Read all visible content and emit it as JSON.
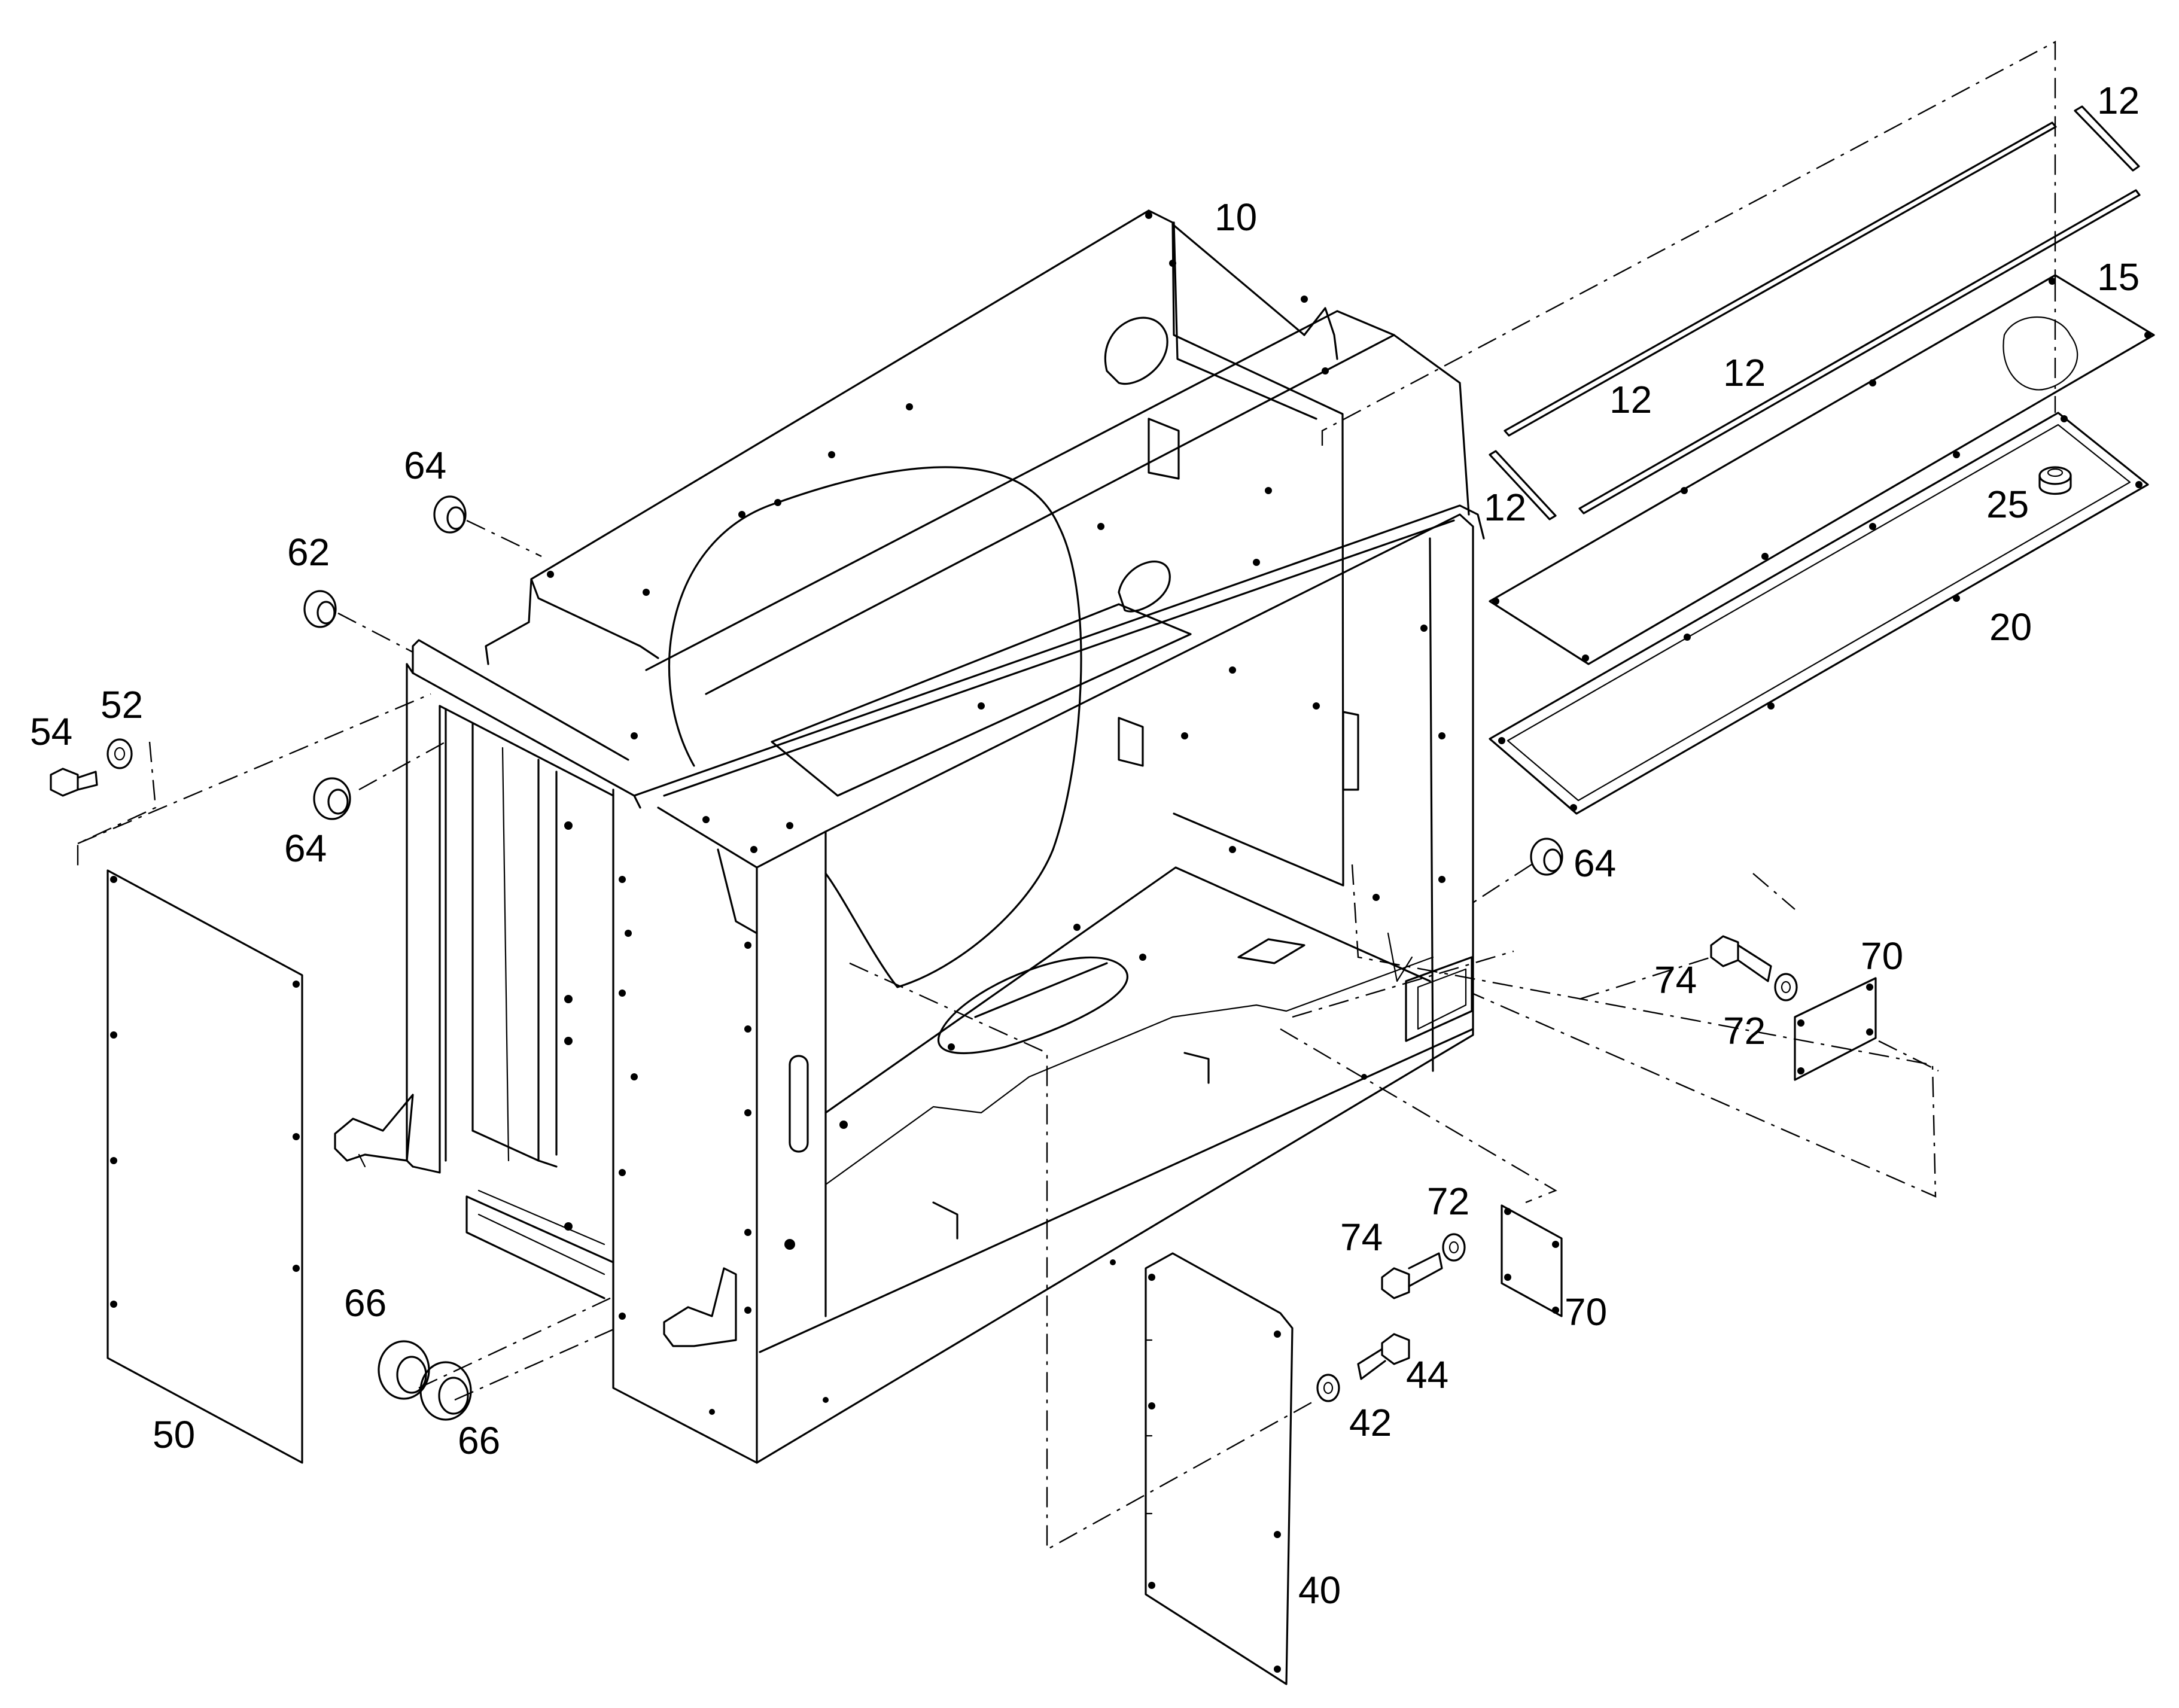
{
  "diagram": {
    "callouts": [
      {
        "id": "c10",
        "label": "10"
      },
      {
        "id": "c12a",
        "label": "12"
      },
      {
        "id": "c12b",
        "label": "12"
      },
      {
        "id": "c12c",
        "label": "12"
      },
      {
        "id": "c12d",
        "label": "12"
      },
      {
        "id": "c15",
        "label": "15"
      },
      {
        "id": "c25",
        "label": "25"
      },
      {
        "id": "c20",
        "label": "20"
      },
      {
        "id": "c64a",
        "label": "64"
      },
      {
        "id": "c62",
        "label": "62"
      },
      {
        "id": "c54",
        "label": "54"
      },
      {
        "id": "c52",
        "label": "52"
      },
      {
        "id": "c64b",
        "label": "64"
      },
      {
        "id": "c64c",
        "label": "64"
      },
      {
        "id": "c74a",
        "label": "74"
      },
      {
        "id": "c70a",
        "label": "70"
      },
      {
        "id": "c72a",
        "label": "72"
      },
      {
        "id": "c72b",
        "label": "72"
      },
      {
        "id": "c74b",
        "label": "74"
      },
      {
        "id": "c70b",
        "label": "70"
      },
      {
        "id": "c66a",
        "label": "66"
      },
      {
        "id": "c66b",
        "label": "66"
      },
      {
        "id": "c44",
        "label": "44"
      },
      {
        "id": "c42",
        "label": "42"
      },
      {
        "id": "c50",
        "label": "50"
      },
      {
        "id": "c40",
        "label": "40"
      }
    ]
  }
}
